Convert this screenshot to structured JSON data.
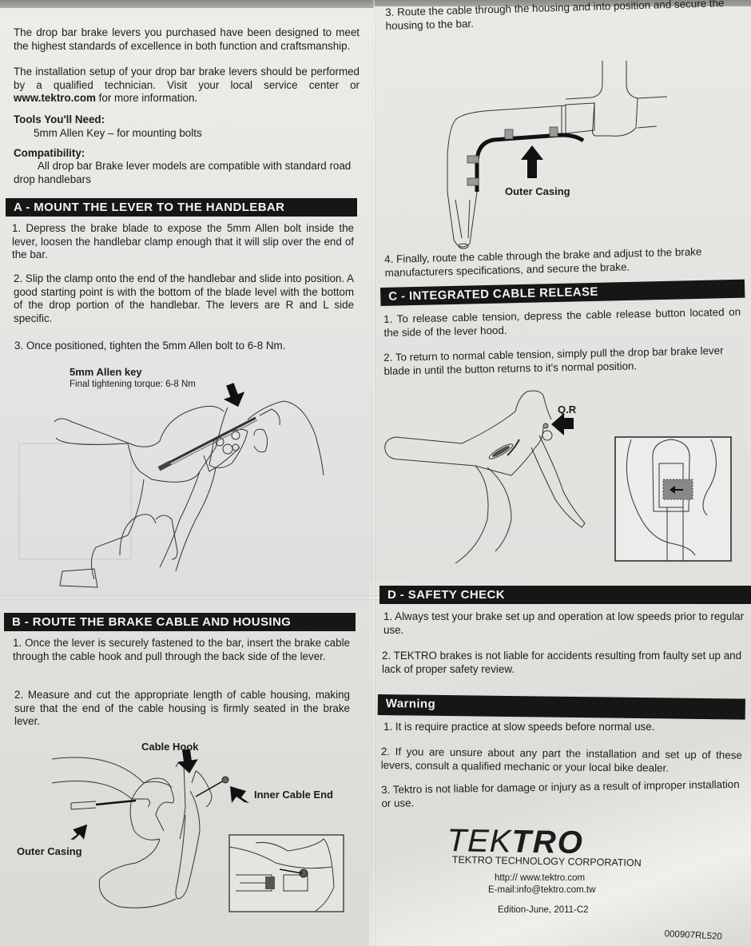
{
  "intro": {
    "paragraph1": "The drop bar brake levers you purchased have been designed to meet the highest standards of excellence in both function and craftsmanship.",
    "paragraph2_prefix": "The installation setup of your drop bar brake levers should be performed by a qualified technician. Visit your local service center or ",
    "paragraph2_link": "www.tektro.com",
    "paragraph2_suffix": " for more information.",
    "tools_heading": "Tools You'll Need:",
    "tools_item": "5mm Allen Key – for mounting bolts",
    "compat_heading": "Compatibility:",
    "compat_text": "All drop bar Brake lever models are compatible with standard road drop handlebars"
  },
  "section_a": {
    "title": "A - MOUNT THE LEVER TO THE HANDLEBAR",
    "steps": [
      "1. Depress the brake blade to expose the 5mm Allen bolt inside the lever, loosen the handlebar clamp enough that it will slip over the end of the bar.",
      "2. Slip the clamp onto the end of the handlebar and slide into position. A good starting point is with the bottom of the blade level with the bottom of the drop portion of the handlebar. The levers are R and L side specific.",
      "3. Once positioned, tighten the 5mm Allen bolt to 6-8 Nm."
    ],
    "figure": {
      "label": "5mm Allen key",
      "caption": "Final tightening torque: 6-8 Nm"
    }
  },
  "section_b": {
    "title": "B - ROUTE THE BRAKE CABLE AND HOUSING",
    "steps": [
      "1. Once the lever is securely fastened to the bar, insert the brake cable through the cable hook and pull through the back side of the lever.",
      "2. Measure and cut the appropriate length of cable housing, making sure that the end of the cable housing is firmly seated in the brake lever.",
      "3. Route the cable through the housing and into position and secure the housing to the bar.",
      "4. Finally, route the cable through the brake and adjust to the brake manufacturers specifications, and secure the brake."
    ],
    "figure_lever": {
      "cable_hook": "Cable Hook",
      "inner_cable_end": "Inner Cable End",
      "outer_casing": "Outer Casing"
    },
    "figure_bar": {
      "outer_casing": "Outer Casing"
    }
  },
  "section_c": {
    "title": "C - INTEGRATED CABLE RELEASE",
    "steps": [
      "1. To release cable tension, depress the cable release button located on the side of the lever hood.",
      "2. To return to normal cable tension, simply pull the drop bar brake lever blade in until the button returns to it's normal position."
    ],
    "figure": {
      "qr_label": "Q.R"
    }
  },
  "section_d": {
    "title": "D - SAFETY CHECK",
    "steps": [
      "1. Always test your brake set up and operation at low speeds prior to regular use.",
      "2. TEKTRO brakes is not liable for accidents resulting from faulty set up and lack of proper safety review."
    ]
  },
  "warning": {
    "title": "Warning",
    "items": [
      "1. It is require practice at slow speeds before normal use.",
      "2. If you are unsure about any part the installation and set up of these levers, consult a qualified mechanic or your local bike dealer.",
      "3. Tektro is not liable for damage or injury as a result of improper installation or use."
    ]
  },
  "footer": {
    "logo_thin": "TEK",
    "logo_bold": "TRO",
    "company": "TEKTRO TECHNOLOGY CORPORATION",
    "website": "http:// www.tektro.com",
    "email": "E-mail:info@tektro.com.tw",
    "edition": "Edition-June, 2011-C2",
    "part_number": "000907RL520"
  },
  "colors": {
    "paper": "#e6e6e3",
    "header_bar": "#161616",
    "header_text": "#f3f3f3",
    "ink": "#1c1c1c"
  }
}
